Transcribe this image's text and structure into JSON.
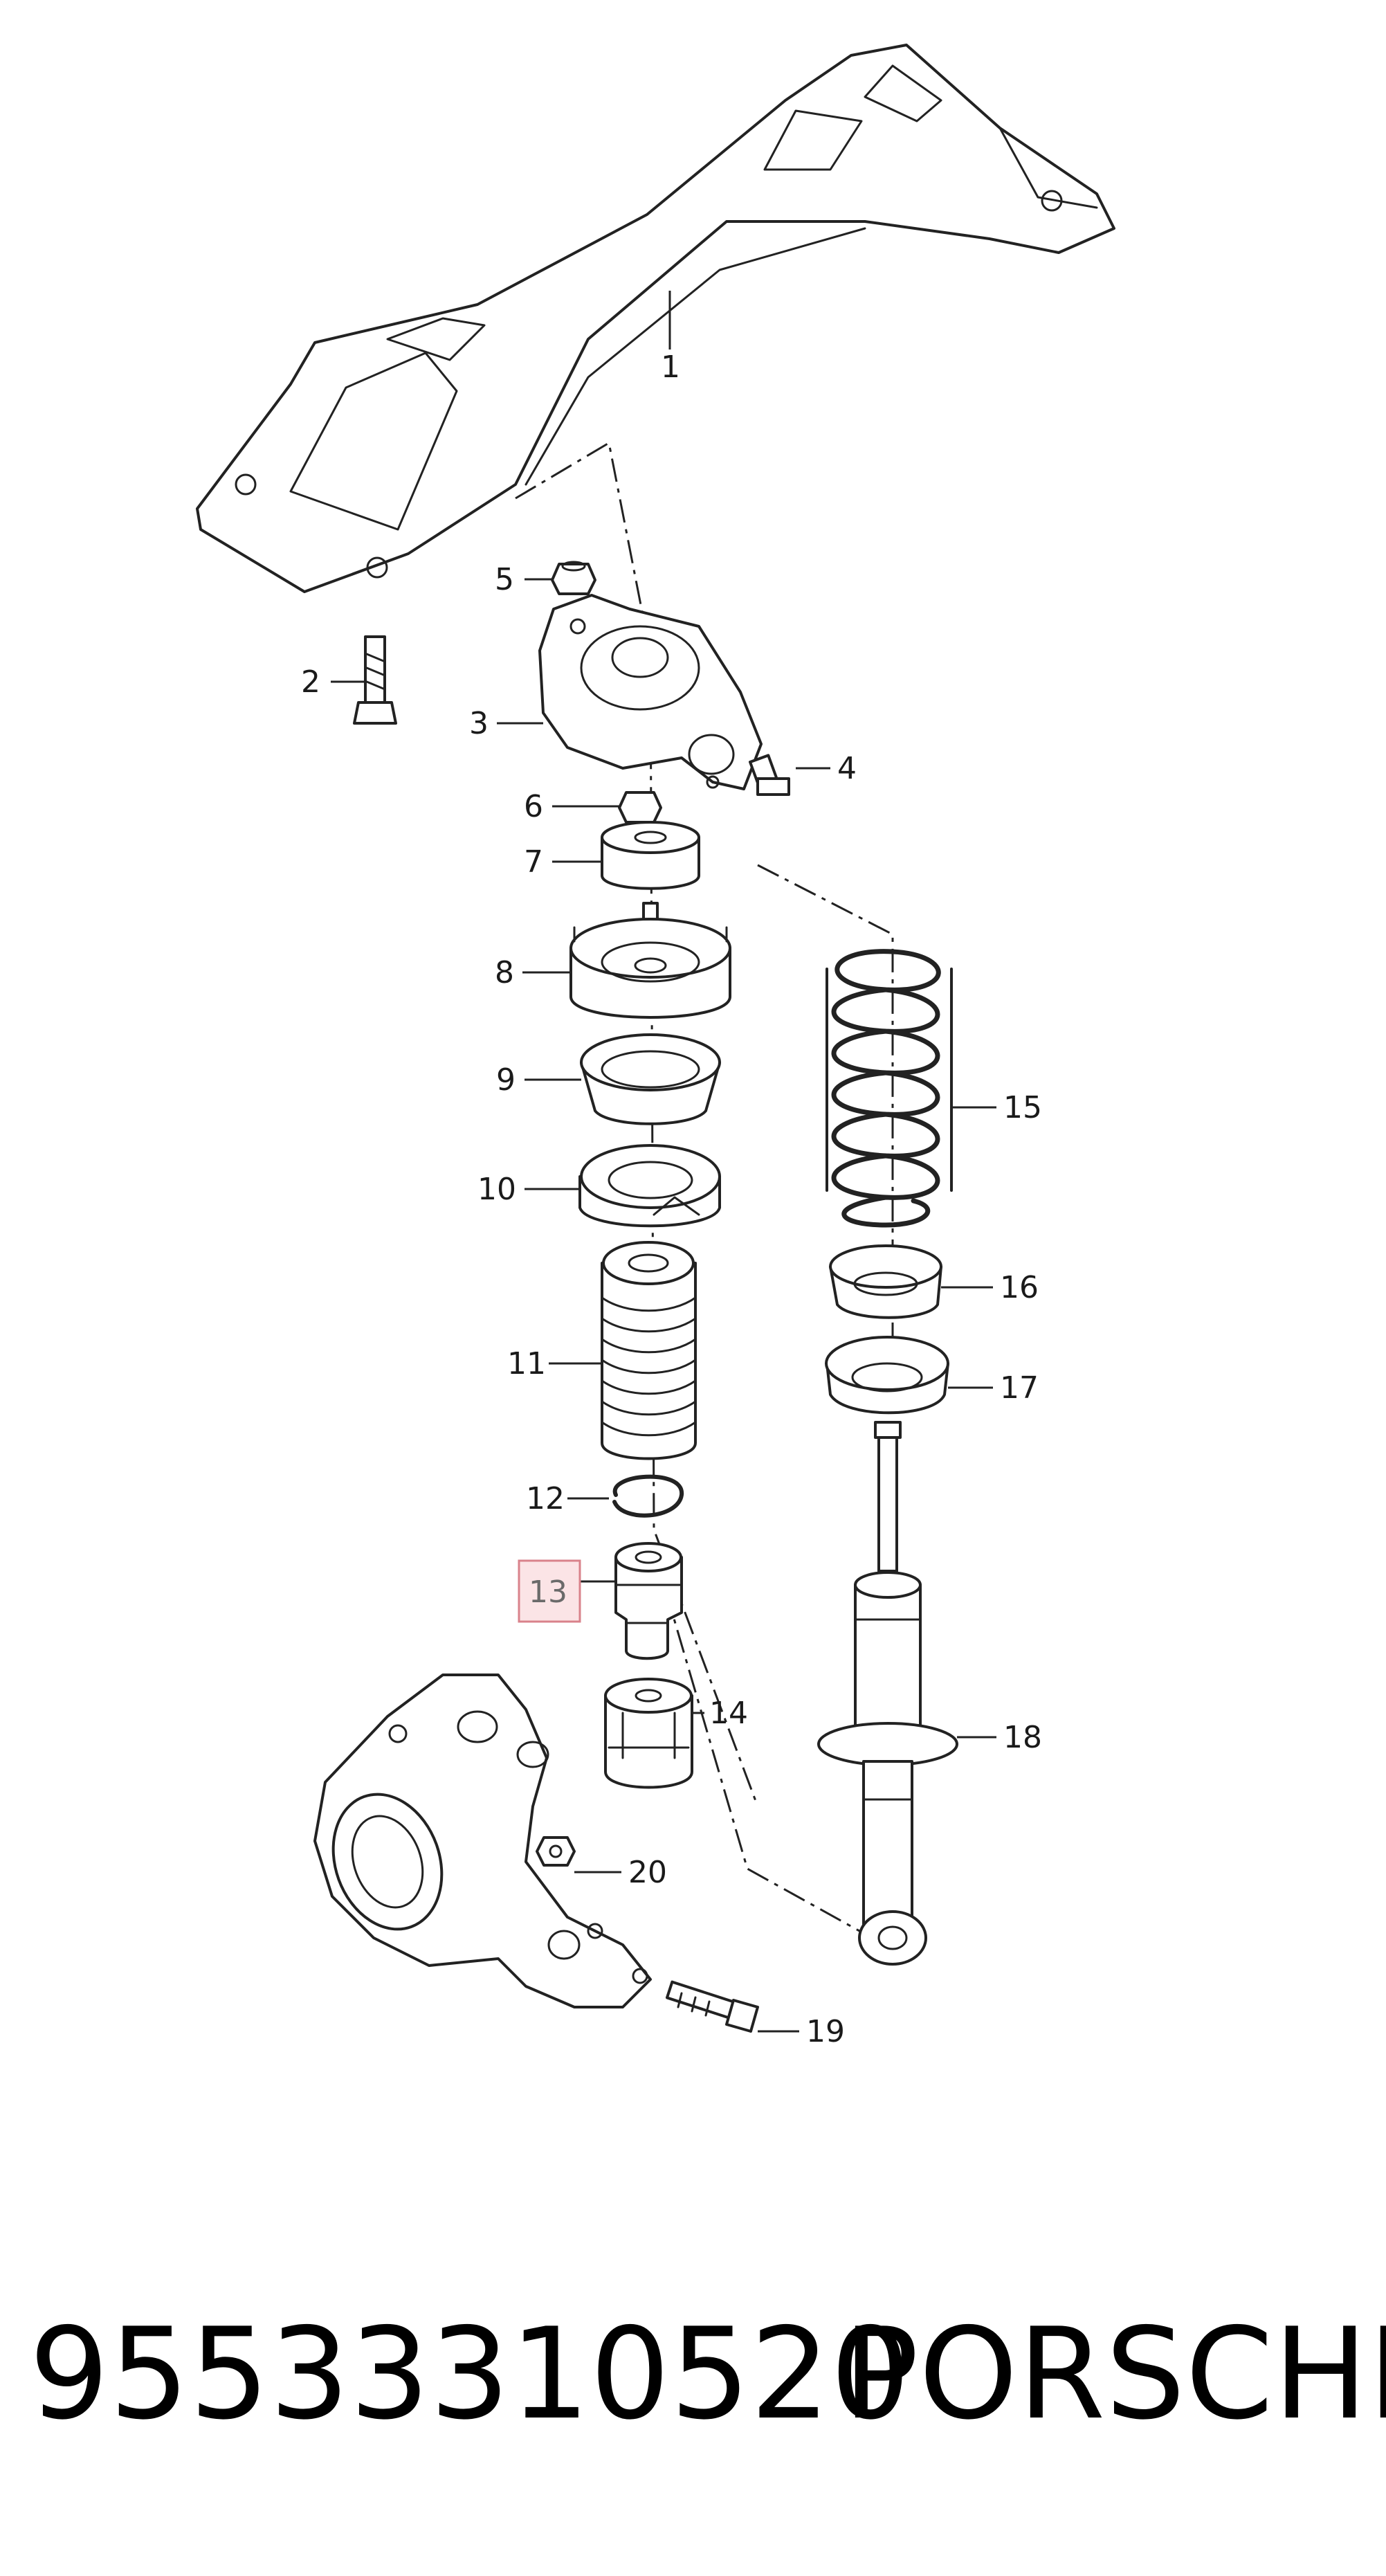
{
  "diagram": {
    "callouts": [
      "1",
      "2",
      "3",
      "4",
      "5",
      "6",
      "7",
      "8",
      "9",
      "10",
      "11",
      "12",
      "13",
      "14",
      "15",
      "16",
      "17",
      "18",
      "19",
      "20"
    ],
    "highlighted_callout": "13",
    "highlight_colors": {
      "fill": "#fbe4e6",
      "stroke": "#d9828b"
    }
  },
  "footer": {
    "part_number": "95533310520",
    "brand": "PORSCHE"
  }
}
